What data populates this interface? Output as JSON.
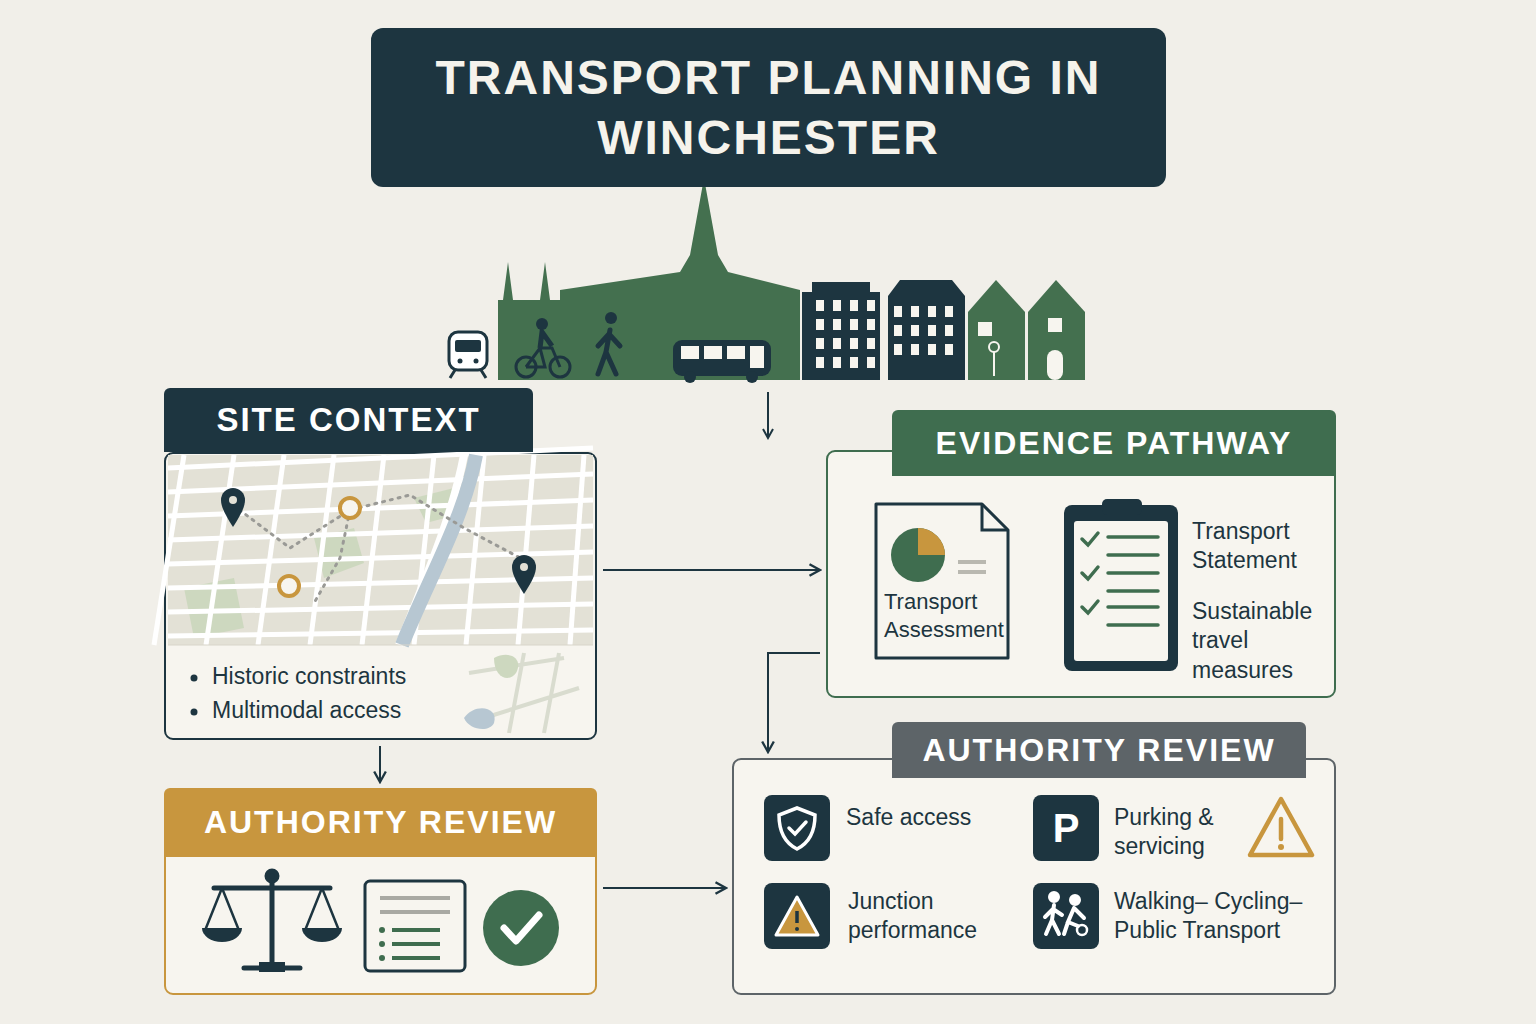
{
  "diagram": {
    "title": "TRANSPORT PLANNING IN WINCHESTER",
    "nodes": [
      {
        "text": [
          "SITE CONTEXT",
          "Historic constraints",
          "Multimodal access"
        ]
      },
      {
        "text": [
          "EVIDENCE PATHWAY"
        ]
      },
      {
        "text": [
          "Transport Assessment"
        ],
        "in": 1
      },
      {
        "text": [
          "Transport Statement",
          "Sustainable travel measures"
        ],
        "in": 1
      },
      {
        "text": [
          "AUTHORITY REVIEW"
        ]
      },
      {
        "text": [
          "AUTHORITY REVIEW",
          "Safe access",
          "Purking & servicing",
          "Junction performance",
          "Walking– Cycling–Public Transport"
        ]
      }
    ],
    "edges": [
      {
        "from": 0,
        "to": 1,
        "arrow": "to"
      },
      {
        "from": 0,
        "to": 4,
        "arrow": "to"
      },
      {
        "from": 1,
        "to": 5,
        "arrow": "to"
      },
      {
        "from": 4,
        "to": 5,
        "arrow": "to"
      }
    ],
    "labels": [
      "P"
    ]
  }
}
